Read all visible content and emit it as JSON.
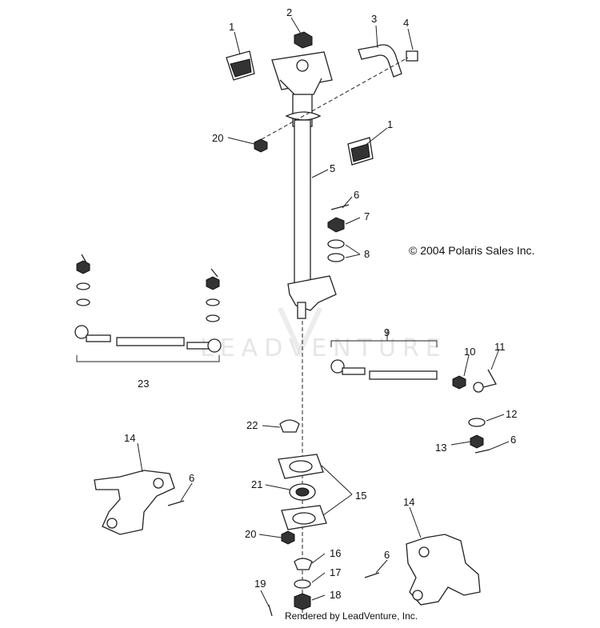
{
  "diagram": {
    "copyright": "© 2004 Polaris Sales Inc.",
    "footer": "Rendered by LeadVenture, Inc.",
    "watermark": "LEADVENTURE",
    "callouts": {
      "c1a": "1",
      "c1b": "1",
      "c2": "2",
      "c3": "3",
      "c4": "4",
      "c5": "5",
      "c6a": "6",
      "c6b": "6",
      "c6c": "6",
      "c6d": "6",
      "c7": "7",
      "c8": "8",
      "c9": "9",
      "c10": "10",
      "c11": "11",
      "c12": "12",
      "c13": "13",
      "c14a": "14",
      "c14b": "14",
      "c15": "15",
      "c16": "16",
      "c17": "17",
      "c18": "18",
      "c19": "19",
      "c20a": "20",
      "c20b": "20",
      "c21": "21",
      "c22": "22",
      "c23": "23"
    }
  }
}
